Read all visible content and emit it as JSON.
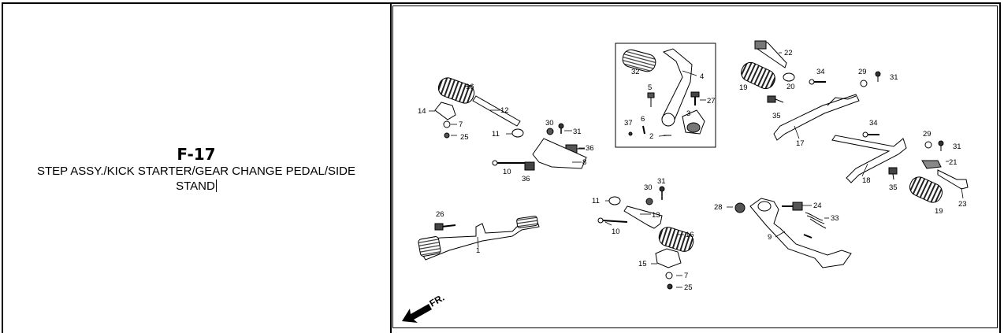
{
  "header": {
    "code": "F-17",
    "description": "STEP ASSY./KICK STARTER/GEAR CHANGE PEDAL/SIDE STAND"
  },
  "diagram": {
    "direction_label": "FR.",
    "callouts": {
      "c16a": "16",
      "c12": "12",
      "c14": "14",
      "c7a": "7",
      "c25a": "25",
      "c11a": "11",
      "c30a": "30",
      "c31a": "31",
      "c36a": "36",
      "c8": "8",
      "c10a": "10",
      "c36b": "36",
      "c32": "32",
      "c4": "4",
      "c5": "5",
      "c27": "27",
      "c37a": "37",
      "c6": "6",
      "c3": "3",
      "c2": "2",
      "c22": "22",
      "c19a": "19",
      "c20": "20",
      "c34a": "34",
      "c29a": "29",
      "c31b": "31",
      "c35a": "35",
      "c17": "17",
      "c34b": "34",
      "c29b": "29",
      "c31c": "31",
      "c18": "18",
      "c21": "21",
      "c35b": "35",
      "c19b": "19",
      "c23": "23",
      "c26": "26",
      "c1": "1",
      "c11b": "11",
      "c30b": "30",
      "c31d": "31",
      "c13": "13",
      "c10b": "10",
      "c16b": "16",
      "c15": "15",
      "c7b": "7",
      "c25b": "25",
      "c28": "28",
      "c24": "24",
      "c33": "33",
      "c9": "9"
    }
  }
}
